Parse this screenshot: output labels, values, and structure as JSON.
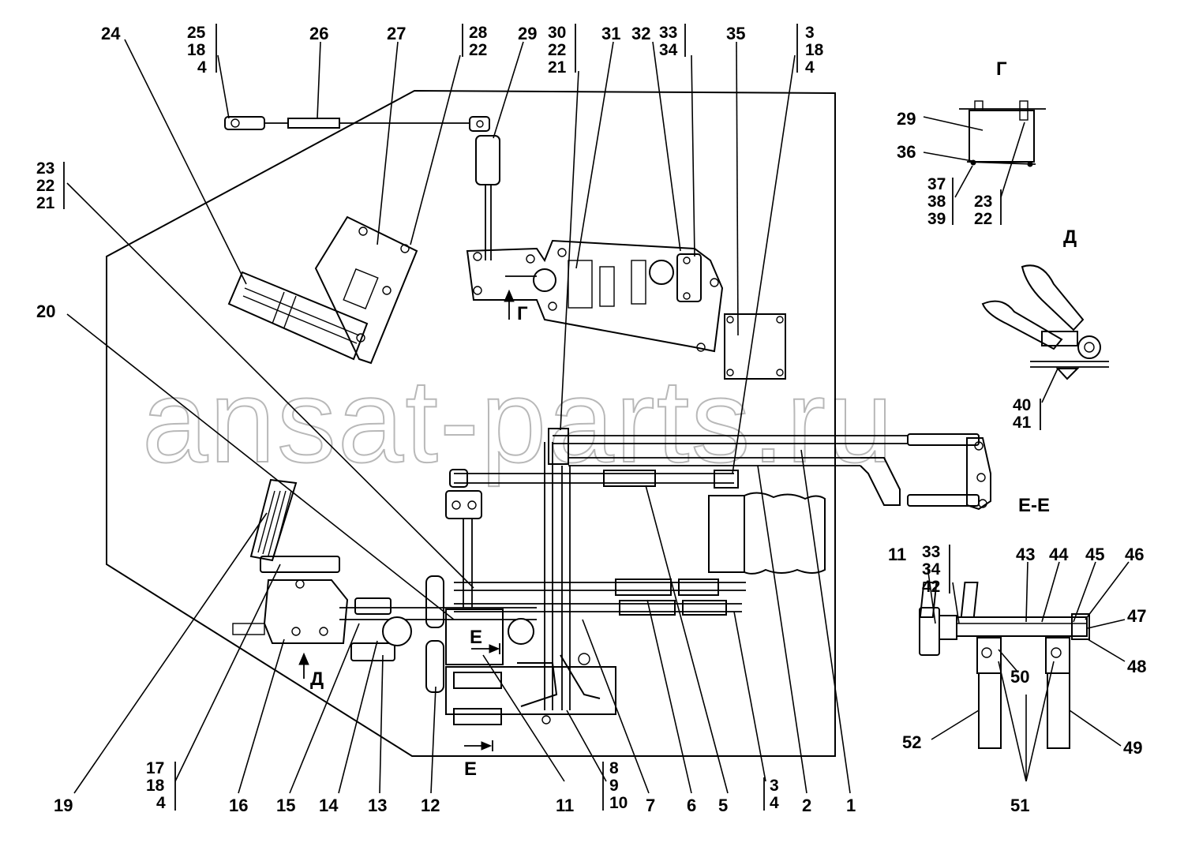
{
  "watermark": "ansat-parts.ru",
  "view_labels": {
    "g_view": "Г",
    "d_view": "Д",
    "e_section": "Е-Е",
    "g_arrow": "Г",
    "d_arrow": "Д",
    "e_arrow": "Е",
    "e_bottom": "Е"
  },
  "callouts": {
    "c24": "24",
    "c25": "25",
    "c18a": "18",
    "c4a": "4",
    "c26": "26",
    "c27": "27",
    "c28": "28",
    "c22a": "22",
    "c29": "29",
    "c30": "30",
    "c22b": "22",
    "c21a": "21",
    "c31": "31",
    "c32": "32",
    "c33": "33",
    "c34": "34",
    "c35": "35",
    "c3a": "3",
    "c18b": "18",
    "c4b": "4",
    "c23": "23",
    "c22c": "22",
    "c21b": "21",
    "c20": "20",
    "c19": "19",
    "c17": "17",
    "c18c": "18",
    "c4c": "4",
    "c16": "16",
    "c15": "15",
    "c14": "14",
    "c13": "13",
    "c12": "12",
    "c11": "11",
    "c8": "8",
    "c9": "9",
    "c10": "10",
    "c7": "7",
    "c6": "6",
    "c5": "5",
    "c3b": "3",
    "c4d": "4",
    "c2": "2",
    "c1": "1"
  },
  "view_g": {
    "c29": "29",
    "c36": "36",
    "c37": "37",
    "c38": "38",
    "c39": "39",
    "c23": "23",
    "c22": "22"
  },
  "view_d": {
    "c40": "40",
    "c41": "41"
  },
  "section_e": {
    "c11": "11",
    "c33": "33",
    "c34": "34",
    "c42": "42",
    "c43": "43",
    "c44": "44",
    "c45": "45",
    "c46": "46",
    "c47": "47",
    "c48": "48",
    "c50": "50",
    "c52": "52",
    "c49": "49",
    "c51": "51"
  }
}
